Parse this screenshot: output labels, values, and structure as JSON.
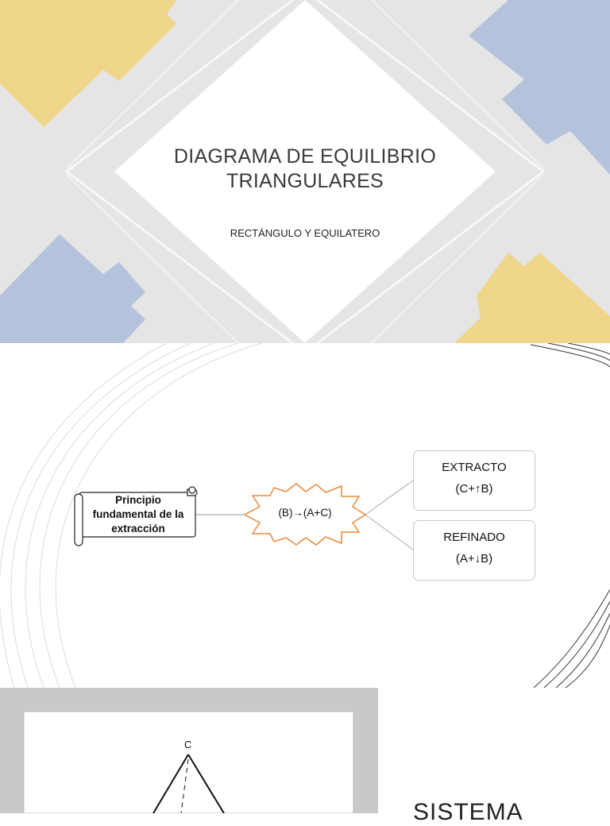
{
  "slide1": {
    "title_line1": "DIAGRAMA DE EQUILIBRIO",
    "title_line2": "TRIANGULARES",
    "subtitle": "RECTÁNGULO Y EQUILATERO",
    "colors": {
      "background": "#e5e5e5",
      "yellow": "#f0d68b",
      "blue": "#b4c2dc",
      "white": "#ffffff"
    }
  },
  "slide2": {
    "scroll_label": [
      "Principio",
      "fundamental de la",
      "extracción"
    ],
    "star_label": "(B)→(A+C)",
    "extract_box": {
      "title": "EXTRACTO",
      "formula": "(C+↑B)"
    },
    "raffinate_box": {
      "title": "REFINADO",
      "formula": "(A+↓B)"
    },
    "colors": {
      "star_outline": "#e98a3a"
    }
  },
  "slide3": {
    "vertex_label": "C",
    "heading": "SISTEMA"
  }
}
